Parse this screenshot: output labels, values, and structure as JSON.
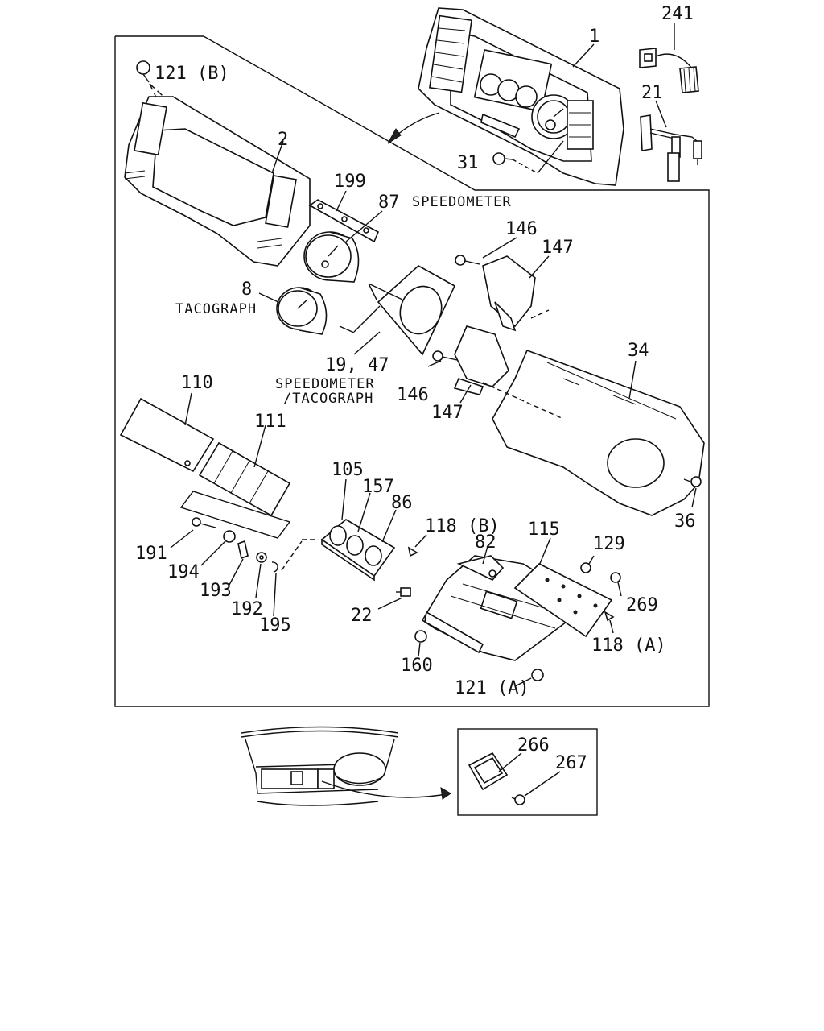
{
  "labels": {
    "p1": "1",
    "p241": "241",
    "p21": "21",
    "p121b_top": "121 (B)",
    "p2": "2",
    "p31": "31",
    "p199": "199",
    "p87": "87",
    "speedometer": "SPEEDOMETER",
    "p146a": "146",
    "p147a": "147",
    "p8": "8",
    "tacograph": "TACOGRAPH",
    "p19_47": "19, 47",
    "speedo_taco_1": "SPEEDOMETER",
    "speedo_taco_2": "/TACOGRAPH",
    "p146b": "146",
    "p147b": "147",
    "p34": "34",
    "p110": "110",
    "p111": "111",
    "p105": "105",
    "p157": "157",
    "p86": "86",
    "p118b": "118 (B)",
    "p82": "82",
    "p115": "115",
    "p129": "129",
    "p36": "36",
    "p191": "191",
    "p194": "194",
    "p193": "193",
    "p192": "192",
    "p195": "195",
    "p22": "22",
    "p269": "269",
    "p118a": "118 (A)",
    "p160": "160",
    "p121a": "121 (A)",
    "p266": "266",
    "p267": "267"
  }
}
